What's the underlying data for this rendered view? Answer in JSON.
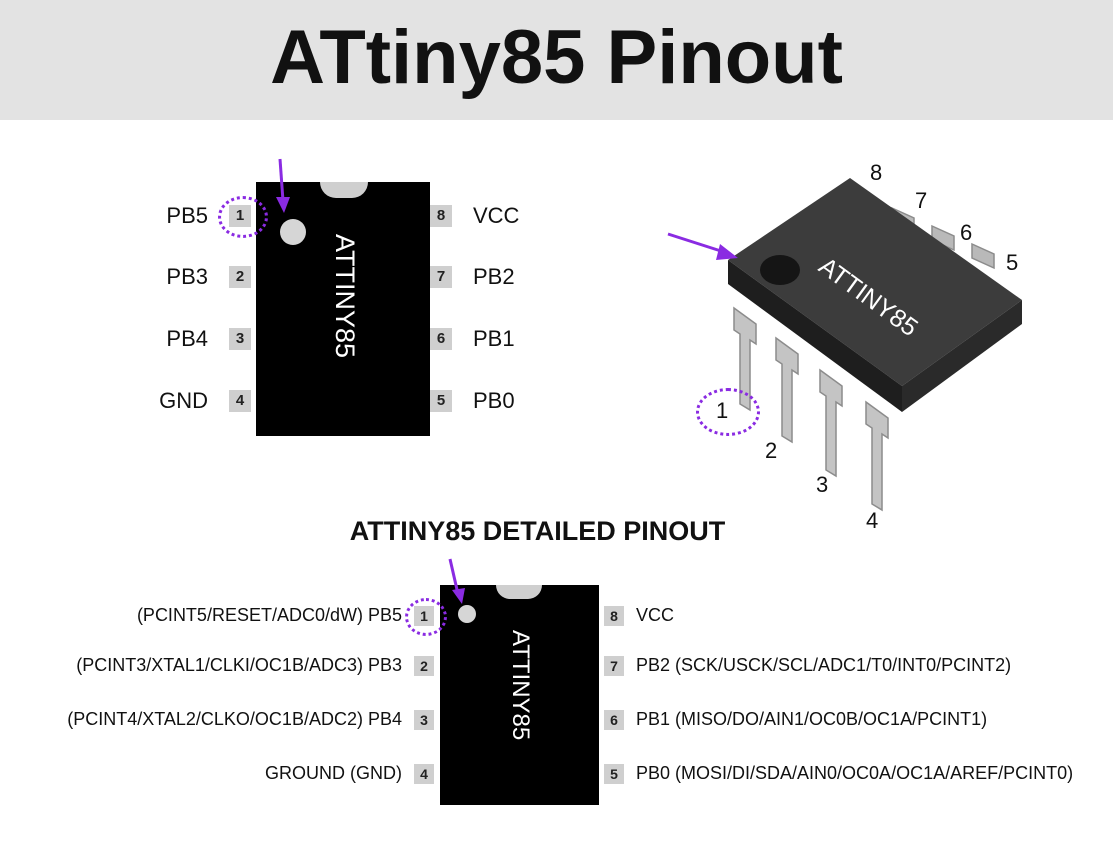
{
  "title": "ATtiny85 Pinout",
  "chip_marking": "ATTINY85",
  "detailed_title": "ATTINY85 DETAILED PINOUT",
  "pins": [
    {
      "num": "1",
      "name": "PB5",
      "detailed": "(PCINT5/RESET/ADC0/dW) PB5"
    },
    {
      "num": "2",
      "name": "PB3",
      "detailed": "(PCINT3/XTAL1/CLKI/OC1B/ADC3) PB3"
    },
    {
      "num": "3",
      "name": "PB4",
      "detailed": "(PCINT4/XTAL2/CLKO/OC1B/ADC2) PB4"
    },
    {
      "num": "4",
      "name": "GND",
      "detailed": "GROUND (GND)"
    },
    {
      "num": "5",
      "name": "PB0",
      "detailed": "PB0 (MOSI/DI/SDA/AIN0/OC0A/OC1A/AREF/PCINT0)"
    },
    {
      "num": "6",
      "name": "PB1",
      "detailed": "PB1 (MISO/DO/AIN1/OC0B/OC1A/PCINT1)"
    },
    {
      "num": "7",
      "name": "PB2",
      "detailed": "PB2 (SCK/USCK/SCL/ADC1/T0/INT0/PCINT2)"
    },
    {
      "num": "8",
      "name": "VCC",
      "detailed": "VCC"
    }
  ],
  "colors": {
    "header_bg": "#e3e3e3",
    "chip_body": "#000000",
    "pin_pad": "#cfcfcf",
    "marker": "#8a2be2"
  }
}
